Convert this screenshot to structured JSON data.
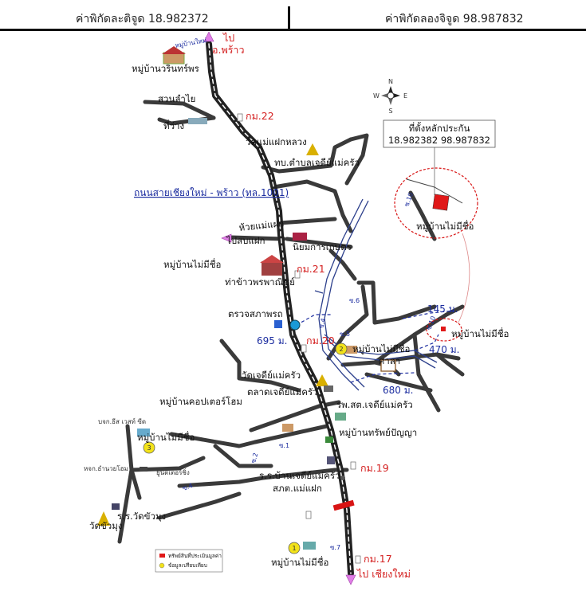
{
  "header": {
    "latitude_text": "ค่าพิกัดละติจูด 18.982372",
    "longitude_text": "ค่าพิกัดลองจิจูด 98.987832"
  },
  "subject": {
    "title": "ที่ตั้งหลักประกัน",
    "coords": "18.982382 98.987832",
    "village": "หมู่บ้านไม่มีชื่อ"
  },
  "labels": {
    "to_phrao_top": "ไป",
    "to_phrao": "อ.พร้าว",
    "ban_warinporn": "หมู่บ้านวรินทร์พร",
    "rotated_top": "หมู่บ้านใหม่",
    "longan_orchard": "สวนลำไย",
    "empty_land": "ที่ว่าง",
    "km22": "กม.22",
    "wat_mae_faek_luang": "วัดแม่แฝกหลวง",
    "tambon_office": "ทบ.ตำบลเจดีย์แม่ครัว",
    "road_name": "ถนนสายเชียงใหม่ - พร้าว (ทล.1001)",
    "huai_mae_faek": "ห้วยแม่แฝก",
    "to_sob_faek": "ไปสบแฝก",
    "ban_niyom": "นิยมการเกษตร",
    "unnamed_village_1": "หมู่บ้านไม่มีชื่อ",
    "rice_shop": "ท่าข้าวพรพาณิชย์",
    "km21": "กม.21",
    "vehicle_check": "ตรวจสภาพรถ",
    "dist_695": "695 ม.",
    "km20": "กม.20",
    "unnamed_village_2": "หมู่บ้านไม่มีชื่อ",
    "sala": "ศาลา",
    "dist_145": "145 ม.",
    "unnamed_village_right": "หมู่บ้านไม่มีชื่อ",
    "dist_470": "470 ม.",
    "wat_chedi": "วัดเจดีย์แม่ครัว",
    "market": "ตลาดเจดีย์แม่ครัว",
    "dist_680": "680 ม.",
    "hospital": "รพ.สต.เจดีย์แม่ครัว",
    "copter_home": "หมู่บ้านคอปเตอร์โฮม",
    "company": "บจก.ธีส เวสท์ ซีด",
    "unnamed_village_3": "หมู่บ้านไม่มีชื่อ",
    "ban_sap_panya": "หมู่บ้านทรัพย์ปัญญา",
    "partnership": "หจก.ธำนวยโฮม",
    "unit_ching": "ยูนิตเตอร์ชิ่ง",
    "km19": "กม.19",
    "school": "ร.ร.บ้านเจดีย์แม่ครัว",
    "substation": "สภต.แม่แฝก",
    "wat_khua_mung": "วัดขัวมุง",
    "school_wat": "ร.ร.วัดขัวมุง",
    "unnamed_village_4": "หมู่บ้านไม่มีชื่อ",
    "km17": "กม.17",
    "to_chiangmai": "ไป เชียงใหม่"
  },
  "soi": {
    "s1": "ซ.1",
    "s2": "ซ.2",
    "s4": "ซ.4",
    "s5": "ซ.5",
    "s6": "ซ.6",
    "s7": "ซ.7",
    "s10": "ซ.10",
    "s10b": "ซ.10",
    "s4b": "ซ.4"
  },
  "markers": {
    "m1": "1",
    "m2": "2",
    "m3": "3"
  },
  "compass": {
    "n": "N",
    "s": "S",
    "e": "E",
    "w": "W"
  },
  "legend": {
    "subject_property": "ทรัพย์สินที่ประเมินมูลค่า",
    "comparables": "ข้อมูลเปรียบเทียบ"
  },
  "colors": {
    "road": "#333333",
    "highway_dash": "#ffffff",
    "river": "#2c3f8c",
    "red": "#e01818",
    "yellow": "#f2e21a",
    "pink": "#e07ee6"
  }
}
